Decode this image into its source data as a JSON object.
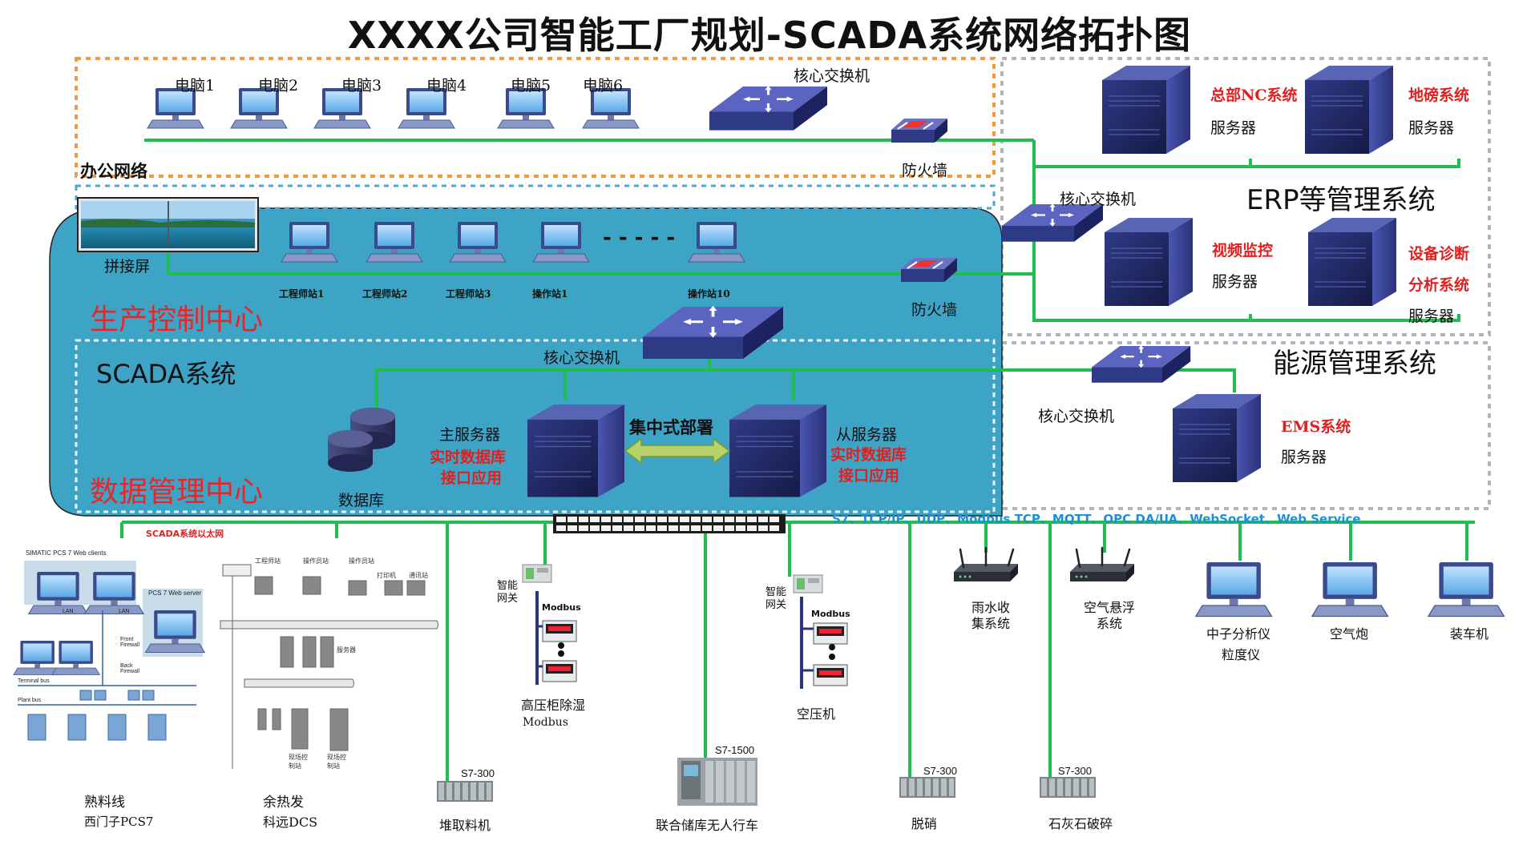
{
  "title": "XXXX公司智能工厂规划-SCADA系统网络拓扑图",
  "office": {
    "label": "办公网络",
    "pcs": [
      "电脑1",
      "电脑2",
      "电脑3",
      "电脑4",
      "电脑5",
      "电脑6"
    ],
    "core_switch": "核心交换机",
    "firewall": "防火墙"
  },
  "erp": {
    "title": "ERP等管理系统",
    "core_switch": "核心交换机",
    "servers": [
      {
        "name": "总部NC系统",
        "sub": "服务器"
      },
      {
        "name": "地磅系统",
        "sub": "服务器"
      },
      {
        "name": "视频监控",
        "sub": "服务器"
      },
      {
        "name_line1": "设备诊断",
        "name_line2": "分析系统",
        "sub": "服务器"
      }
    ]
  },
  "energy": {
    "title": "能源管理系统",
    "core_switch": "核心交换机",
    "server_name": "EMS系统",
    "server_sub": "服务器"
  },
  "control": {
    "title": "生产控制中心",
    "videowall": "拼接屏",
    "stations": [
      "工程师站1",
      "工程师站2",
      "工程师站3",
      "操作站1",
      "操作站10"
    ],
    "dashes": "- - - - -",
    "firewall": "防火墙"
  },
  "scada": {
    "title": "SCADA系统",
    "core_switch": "核心交换机",
    "database": "数据库",
    "deploy": "集中式部署",
    "main_server": {
      "title": "主服务器",
      "line1": "实时数据库",
      "line2": "接口应用"
    },
    "slave_server": {
      "title": "从服务器",
      "line1": "实时数据库",
      "line2": "接口应用"
    },
    "data_center": "数据管理中心"
  },
  "ethernet": {
    "label": "SCADA系统以太网",
    "protocols": "S7、TCP/IP、UDP、Modbus TCP、MQTT、OPC DA/UA、WebSocket、Web Service"
  },
  "field": {
    "pcs7": {
      "line1": "熟料线",
      "line2": "西门子PCS7",
      "inset_title": "SIMATIC PCS 7 Web clients",
      "inset_server": "PCS 7 Web server",
      "lan": "LAN",
      "front_fw": "Front Firewall",
      "back_fw": "Back Firewall",
      "terminal_bus": "Terminal bus",
      "plant_bus": "Plant bus"
    },
    "dcs": {
      "line1": "余热发",
      "line2": "科远DCS",
      "eng": "工程师站",
      "op": "操作员站",
      "op2": "操作员站",
      "printer": "打印机",
      "comm": "通讯站",
      "server": "服务器",
      "field1": "现场控制站",
      "field2": "现场控制站"
    },
    "stacker": {
      "plc": "S7-300",
      "name": "堆取料机"
    },
    "hv": {
      "gateway_l1": "智能",
      "gateway_l2": "网关",
      "modbus": "Modbus",
      "name": "高压柜除湿",
      "proto": "Modbus"
    },
    "crane": {
      "plc": "S7-1500",
      "name": "联合储库无人行车"
    },
    "compressor": {
      "gateway_l1": "智能",
      "gateway_l2": "网关",
      "modbus": "Modbus",
      "name": "空压机"
    },
    "denox": {
      "plc": "S7-300",
      "name": "脱硝"
    },
    "limestone": {
      "plc": "S7-300",
      "name": "石灰石破碎"
    },
    "rain": {
      "l1": "雨水收",
      "l2": "集系统"
    },
    "air": {
      "l1": "空气悬浮",
      "l2": "系统"
    },
    "neutron": {
      "l1": "中子分析仪",
      "l2": "粒度仪"
    },
    "aircannon": "空气炮",
    "loader": "装车机"
  },
  "colors": {
    "line": "#1fbf4f",
    "panel": "#3aa3c4",
    "orange": "#f59a3c",
    "navy": "#2d3578"
  }
}
